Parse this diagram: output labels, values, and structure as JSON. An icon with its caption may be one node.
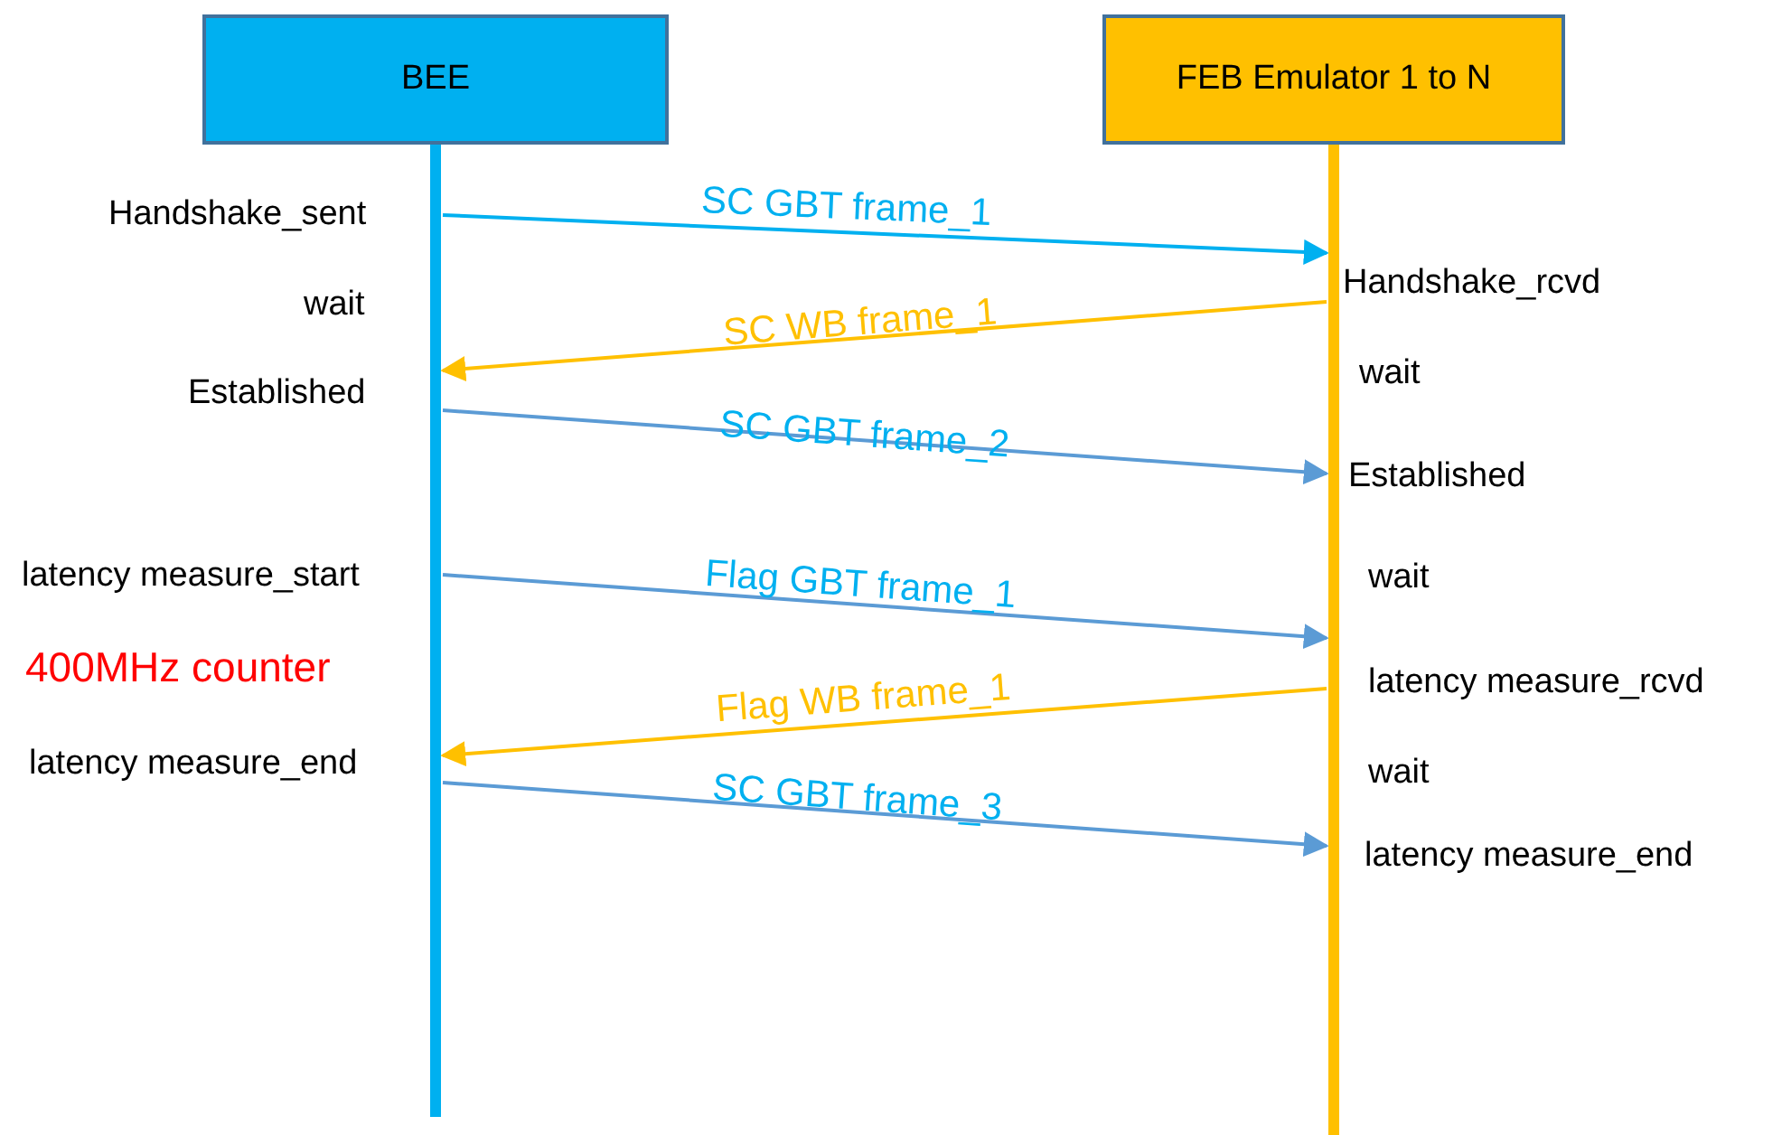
{
  "diagram": {
    "nodes": [
      {
        "text": [
          "BEE"
        ]
      },
      {
        "text": [
          "FEB Emulator 1 to N"
        ]
      }
    ],
    "edges": [
      {
        "from": 0,
        "to": 1,
        "arrow": "to",
        "label": "SC GBT frame_1",
        "color": "#00b0f0"
      },
      {
        "from": 1,
        "to": 0,
        "arrow": "to",
        "label": "SC WB frame_1",
        "color": "#ffc000"
      },
      {
        "from": 0,
        "to": 1,
        "arrow": "to",
        "label": "SC GBT frame_2"
      },
      {
        "from": 0,
        "to": 1,
        "arrow": "to",
        "label": "Flag GBT frame_1"
      },
      {
        "from": 1,
        "to": 0,
        "arrow": "to",
        "label": "Flag WB frame_1",
        "color": "#ffc000"
      },
      {
        "from": 0,
        "to": 1,
        "arrow": "to",
        "label": "SC GBT frame_3"
      }
    ],
    "labels": [
      "Handshake_sent",
      "wait",
      "Established",
      "latency measure_start",
      "400MHz counter",
      "latency measure_end",
      "Handshake_rcvd",
      "wait",
      "Established",
      "wait",
      "latency measure_rcvd",
      "wait",
      "latency measure_end"
    ]
  }
}
